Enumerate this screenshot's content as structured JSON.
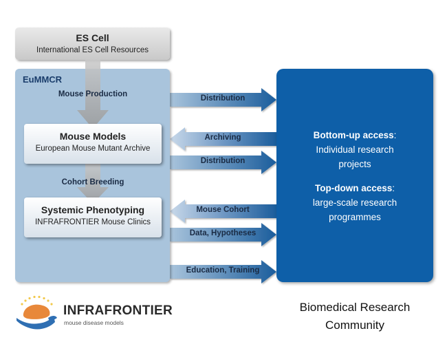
{
  "es_cell": {
    "title": "ES Cell",
    "subtitle": "International ES Cell Resources"
  },
  "eummcr": {
    "title": "EuMMCR",
    "mouse_production": "Mouse Production",
    "mouse_models": {
      "title": "Mouse Models",
      "subtitle": "European Mouse Mutant Archive"
    },
    "cohort_breeding": "Cohort Breeding",
    "phenotyping": {
      "title": "Systemic Phenotyping",
      "subtitle": "INFRAFRONTIER Mouse Clinics"
    }
  },
  "arrows": {
    "distribution_top": "Distribution",
    "archiving": "Archiving",
    "distribution_mid": "Distribution",
    "mouse_cohort": "Mouse Cohort",
    "data_hypotheses": "Data, Hypotheses",
    "education_training": "Education, Training"
  },
  "community": {
    "bottom_up_title": "Bottom-up access",
    "bottom_up_colon": ":",
    "bottom_up_line1": "Individual research",
    "bottom_up_line2": "projects",
    "top_down_title": "Top-down access",
    "top_down_colon": ":",
    "top_down_line1": "large-scale research",
    "top_down_line2": "programmes",
    "label_line1": "Biomedical Research",
    "label_line2": "Community"
  },
  "logo": {
    "name": "INFRAFRONTIER",
    "tagline": "mouse disease models"
  },
  "colors": {
    "arrow_start": "#9dbbd8",
    "arrow_end": "#1b5d9c",
    "community_bg": "#0e5fa8",
    "eummcr_bg": "#a9c4dc",
    "logo_orange": "#e8883a",
    "logo_blue": "#2f6fb3"
  }
}
